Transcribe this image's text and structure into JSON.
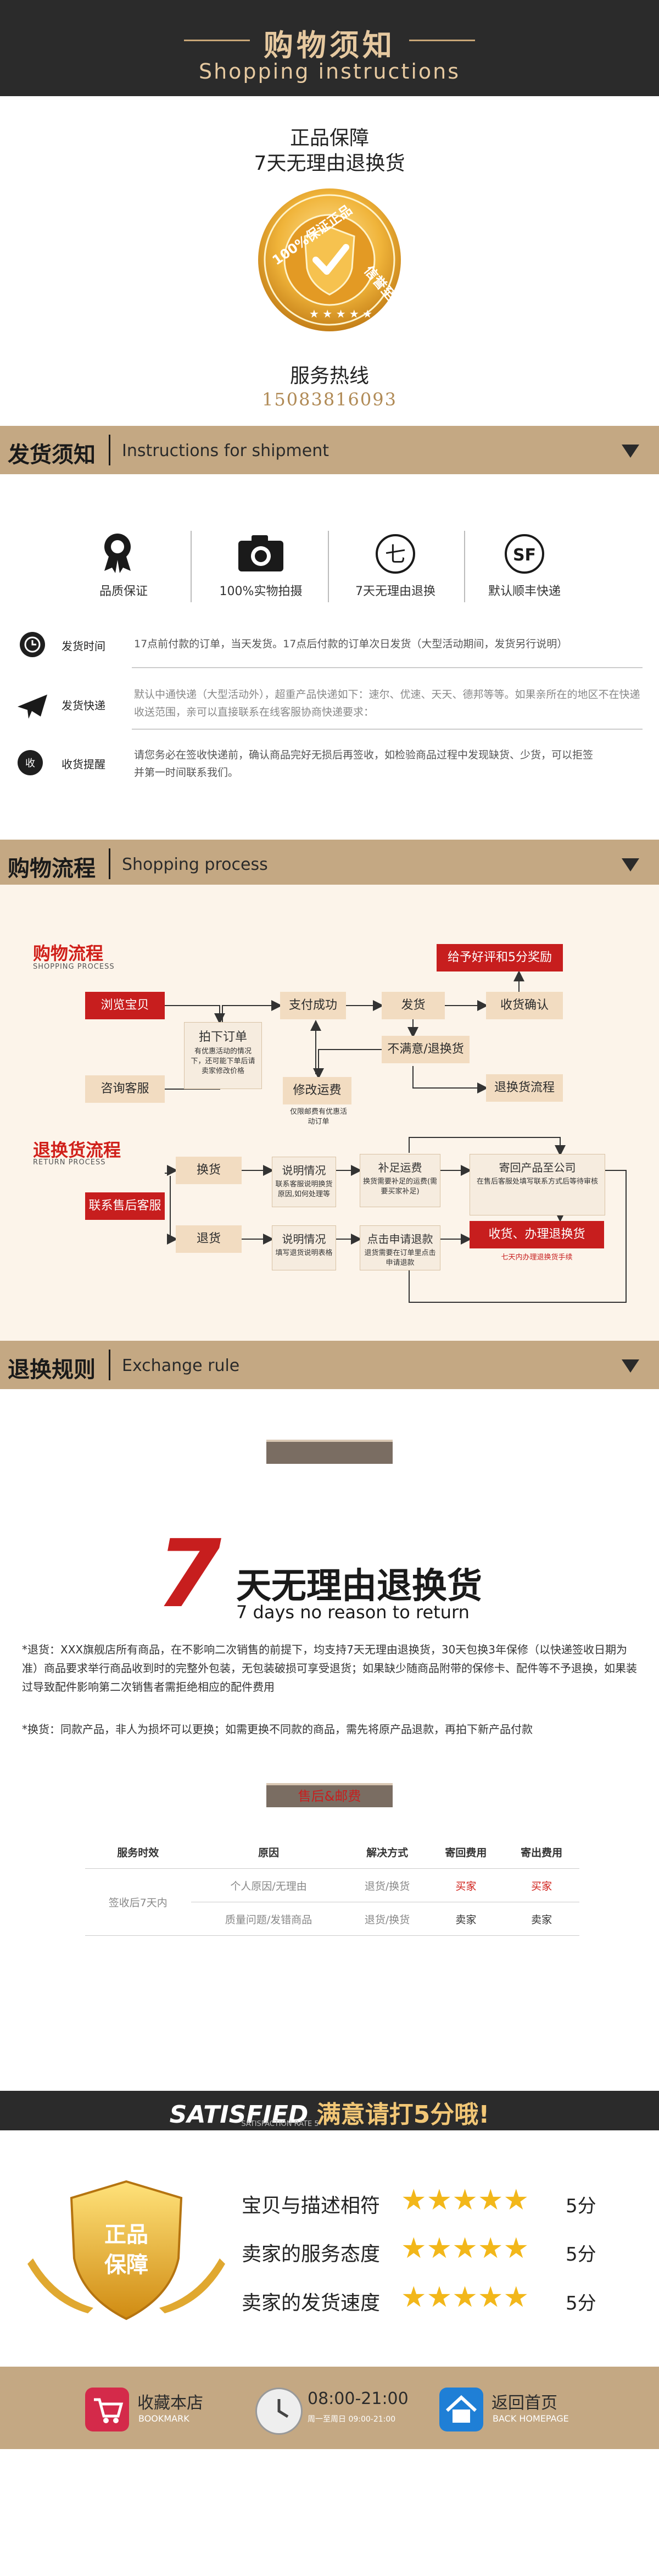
{
  "header": {
    "title": "购物须知",
    "subtitle": "Shopping instructions"
  },
  "guarantee": {
    "line1": "正品保障",
    "line2": "7天无理由退换货",
    "badge_top": "100%保证正品",
    "badge_right": "信誉至上",
    "hotline_label": "服务热线",
    "hotline_number": "15083816093"
  },
  "shipping": {
    "title": "发货须知",
    "en": "Instructions for shipment",
    "icons": [
      {
        "icon": "medal-icon",
        "label": "品质保证"
      },
      {
        "icon": "camera-icon",
        "label": "100%实物拍摄"
      },
      {
        "icon": "seven-day-icon",
        "label": "7天无理由退换"
      },
      {
        "icon": "sf-express-icon",
        "label": "默认顺丰快递"
      }
    ],
    "rows": [
      {
        "icon": "clock-icon",
        "label": "发货时间",
        "text": "17点前付款的订单，当天发货。17点后付款的订单次日发货（大型活动期间，发货另行说明）"
      },
      {
        "icon": "plane-icon",
        "label": "发货快递",
        "text": "默认中通快递（大型活动外），超重产品快递如下：速尔、优速、天天、德邦等等。如果亲所在的地区不在快递收送范围，亲可以直接联系在线客服协商快递要求："
      },
      {
        "icon": "receive-icon",
        "label": "收货提醒",
        "text": "请您务必在签收快递前，确认商品完好无损后再签收，如检验商品过程中发现缺货、少货，可以拒签并第一时间联系我们。"
      }
    ]
  },
  "process": {
    "title": "购物流程",
    "en": "Shopping process",
    "flow_title": "购物流程",
    "flow_sub": "SHOPPING PROCESS",
    "return_title": "退换货流程",
    "return_sub": "RETURN PROCESS",
    "browse": "浏览宝贝",
    "order": "拍下订单",
    "order_note": "有优惠活动的情况下，还可能下单后请卖家修改价格",
    "consult": "咨询客服",
    "pay": "支付成功",
    "ship": "发货",
    "receive": "收货确认",
    "review": "给予好评和5分奖励",
    "unsatisfied": "不满意/退换货",
    "modify": "修改运费",
    "modify_note": "仅限邮费有优惠活动订单",
    "return_flow": "退换货流程",
    "contact": "联系售后客服",
    "exchange": "换货",
    "refund": "退货",
    "explain1": "说明情况",
    "explain1_note": "联系客服说明换货原因,如何处理等",
    "explain2": "说明情况",
    "explain2_note": "填写退货说明表格",
    "freight": "补足运费",
    "freight_note": "换货需要补足的运费(需要买家补足)",
    "apply": "点击申请退款",
    "apply_note": "退货需要在订单里点击申请退款",
    "send_back": "寄回产品至公司",
    "send_back_note": "在售后客服处填写联系方式后等待审核",
    "done": "收货、办理退换货",
    "done_note": "七天内办理退换货手续"
  },
  "exchange": {
    "title": "退换规则",
    "en": "Exchange rule",
    "seven": "7",
    "big_title": "天无理由退换货",
    "big_sub": "7 days no reason to return",
    "rule1": "*退货：XXX旗舰店所有商品，在不影响二次销售的前提下，均支持7天无理由退换货，30天包换3年保修（以快递签收日期为准）商品要求举行商品收到时的完整外包装，无包装破损可享受退货；如果缺少随商品附带的保修卡、配件等不予退换，如果装过导致配件影响第二次销售者需拒绝相应的配件费用",
    "rule2": "*换货：同款产品，非人为损坏可以更换；如需更换不同款的商品，需先将原产品退款，再拍下新产品付款",
    "fee_header": "售后&邮费",
    "table": {
      "headers": [
        "服务时效",
        "原因",
        "解决方式",
        "寄回费用",
        "寄出费用"
      ],
      "period": "签收后7天内",
      "rows": [
        [
          "个人原因/无理由",
          "退货/换货",
          "买家",
          "买家"
        ],
        [
          "质量问题/发错商品",
          "退货/换货",
          "卖家",
          "卖家"
        ]
      ]
    }
  },
  "satisfied": {
    "title_en": "SATISFIED",
    "title_cn": "满意请打5分哦!",
    "sub": "SATISFACTION RATE 5",
    "shield_text": "正品保障",
    "ratings": [
      {
        "label": "宝贝与描述相符",
        "stars": 5,
        "score": "5分"
      },
      {
        "label": "卖家的服务态度",
        "stars": 5,
        "score": "5分"
      },
      {
        "label": "卖家的发货速度",
        "stars": 5,
        "score": "5分"
      }
    ]
  },
  "footer": {
    "fav": "收藏本店",
    "fav_en": "BOOKMARK",
    "hours": "08:00-21:00",
    "hours_note": "周一至周日 09:00-21:00",
    "home": "返回首页",
    "home_en": "BACK HOMEPAGE"
  },
  "colors": {
    "accent": "#c4a883",
    "red": "#c71e1e",
    "dark": "#2b2b2b",
    "gold": "#f2b71a"
  }
}
